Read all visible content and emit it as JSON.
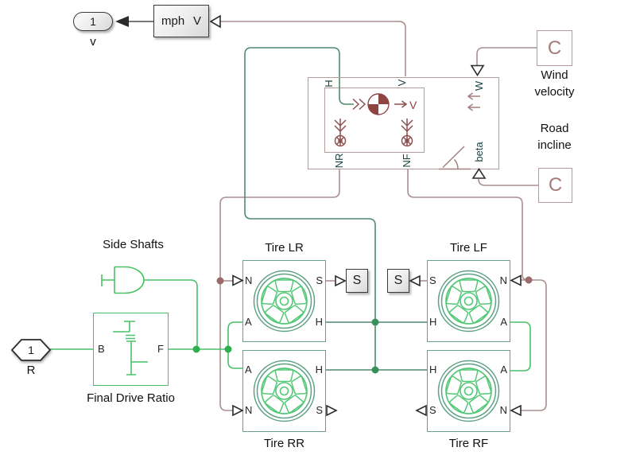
{
  "outport": {
    "number": "1",
    "label": "v"
  },
  "inport": {
    "number": "1",
    "label": "R"
  },
  "unit_block": {
    "unit": "mph",
    "port": "V"
  },
  "vehicle_body": {
    "ports": {
      "h": "H",
      "v": "V",
      "w": "W",
      "nr": "NR",
      "nf": "NF",
      "beta": "beta"
    },
    "icon_v_label": "V"
  },
  "wind_velocity": {
    "glyph": "C",
    "label_line1": "Wind",
    "label_line2": "velocity"
  },
  "road_incline": {
    "glyph": "C",
    "label_line1": "Road",
    "label_line2": "incline"
  },
  "side_shafts": {
    "label": "Side Shafts"
  },
  "final_drive": {
    "label": "Final Drive Ratio",
    "port_b": "B",
    "port_f": "F"
  },
  "converters": {
    "left": "S",
    "right": "S"
  },
  "tires": {
    "lr": {
      "title": "Tire LR",
      "ports": {
        "tl": "N",
        "tr": "S",
        "bl": "A",
        "br": "H"
      }
    },
    "lf": {
      "title": "Tire LF",
      "ports": {
        "tl": "S",
        "tr": "N",
        "bl": "H",
        "br": "A"
      }
    },
    "rr": {
      "title": "Tire RR",
      "ports": {
        "tl": "A",
        "tr": "H",
        "bl": "N",
        "br": "S"
      }
    },
    "rf": {
      "title": "Tire RF",
      "ports": {
        "tl": "H",
        "tr": "A",
        "bl": "S",
        "br": "N"
      }
    }
  },
  "colors": {
    "rotational_green": "#49c168",
    "translational_green": "#4e8a6e",
    "physical_maroon": "#a98f8f"
  }
}
